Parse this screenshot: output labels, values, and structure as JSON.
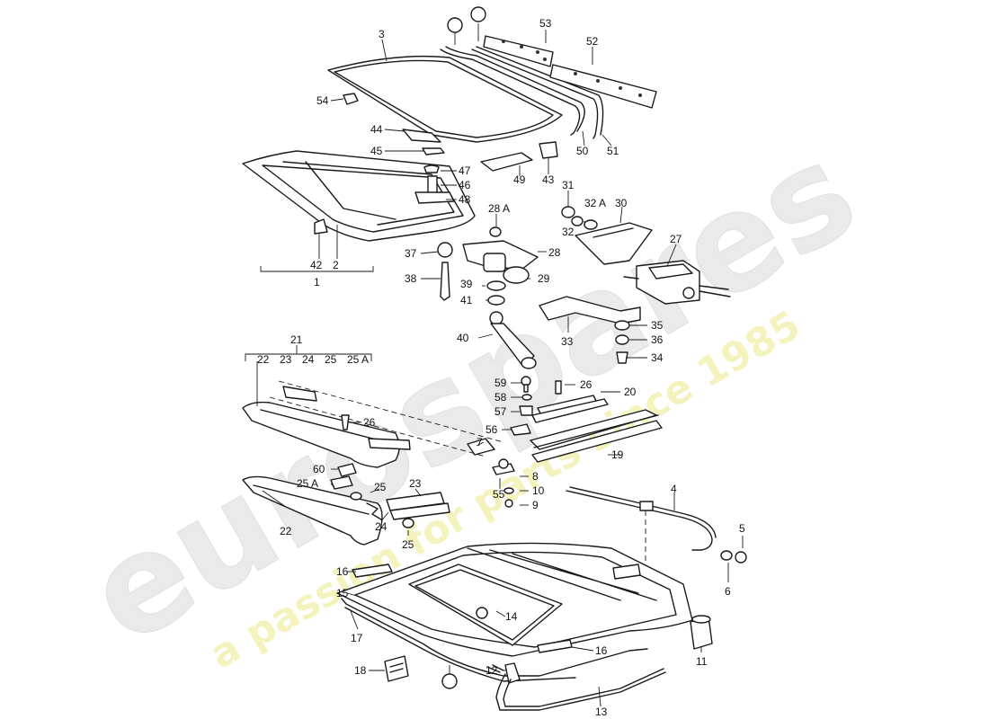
{
  "watermark": {
    "brand": "eurospares",
    "tagline": "a passion for parts since 1985",
    "brand_color": "#d9d9d9",
    "tagline_color": "#f0ee9a"
  },
  "callouts": [
    {
      "id": "c3",
      "text": "3"
    },
    {
      "id": "c53",
      "text": "53"
    },
    {
      "id": "c52",
      "text": "52"
    },
    {
      "id": "c54",
      "text": "54"
    },
    {
      "id": "c44",
      "text": "44"
    },
    {
      "id": "c45",
      "text": "45"
    },
    {
      "id": "c47",
      "text": "47"
    },
    {
      "id": "c46",
      "text": "46"
    },
    {
      "id": "c48",
      "text": "48"
    },
    {
      "id": "c49",
      "text": "49"
    },
    {
      "id": "c43",
      "text": "43"
    },
    {
      "id": "c50",
      "text": "50"
    },
    {
      "id": "c51",
      "text": "51"
    },
    {
      "id": "c31",
      "text": "31"
    },
    {
      "id": "c32A",
      "text": "32 A"
    },
    {
      "id": "c30",
      "text": "30"
    },
    {
      "id": "c32",
      "text": "32"
    },
    {
      "id": "c28A",
      "text": "28 A"
    },
    {
      "id": "c27",
      "text": "27"
    },
    {
      "id": "c37",
      "text": "37"
    },
    {
      "id": "c28",
      "text": "28"
    },
    {
      "id": "c42",
      "text": "42"
    },
    {
      "id": "c2",
      "text": "2"
    },
    {
      "id": "c1",
      "text": "1"
    },
    {
      "id": "c38",
      "text": "38"
    },
    {
      "id": "c39",
      "text": "39"
    },
    {
      "id": "c29",
      "text": "29"
    },
    {
      "id": "c41",
      "text": "41"
    },
    {
      "id": "c35",
      "text": "35"
    },
    {
      "id": "c36",
      "text": "36"
    },
    {
      "id": "c40",
      "text": "40"
    },
    {
      "id": "c33",
      "text": "33"
    },
    {
      "id": "c34",
      "text": "34"
    },
    {
      "id": "c21",
      "text": "21"
    },
    {
      "id": "c22h",
      "text": "22"
    },
    {
      "id": "c23h",
      "text": "23"
    },
    {
      "id": "c24h",
      "text": "24"
    },
    {
      "id": "c25h",
      "text": "25"
    },
    {
      "id": "c25Ah",
      "text": "25 A"
    },
    {
      "id": "c59",
      "text": "59"
    },
    {
      "id": "c26a",
      "text": "26"
    },
    {
      "id": "c58",
      "text": "58"
    },
    {
      "id": "c20",
      "text": "20"
    },
    {
      "id": "c57",
      "text": "57"
    },
    {
      "id": "c26b",
      "text": "26"
    },
    {
      "id": "c56",
      "text": "56"
    },
    {
      "id": "c7",
      "text": "7"
    },
    {
      "id": "c19",
      "text": "19"
    },
    {
      "id": "c60",
      "text": "60"
    },
    {
      "id": "c8",
      "text": "8"
    },
    {
      "id": "c25A",
      "text": "25 A"
    },
    {
      "id": "c25a",
      "text": "25"
    },
    {
      "id": "c23",
      "text": "23"
    },
    {
      "id": "c55",
      "text": "55"
    },
    {
      "id": "c10",
      "text": "10"
    },
    {
      "id": "c4",
      "text": "4"
    },
    {
      "id": "c22",
      "text": "22"
    },
    {
      "id": "c24",
      "text": "24"
    },
    {
      "id": "c9",
      "text": "9"
    },
    {
      "id": "c5",
      "text": "5"
    },
    {
      "id": "c25b",
      "text": "25"
    },
    {
      "id": "c16a",
      "text": "16"
    },
    {
      "id": "c6",
      "text": "6"
    },
    {
      "id": "c15",
      "text": "15"
    },
    {
      "id": "c14",
      "text": "14"
    },
    {
      "id": "c17",
      "text": "17"
    },
    {
      "id": "c16b",
      "text": "16"
    },
    {
      "id": "c11",
      "text": "11"
    },
    {
      "id": "c18",
      "text": "18"
    },
    {
      "id": "c12",
      "text": "12"
    },
    {
      "id": "c13",
      "text": "13"
    }
  ]
}
